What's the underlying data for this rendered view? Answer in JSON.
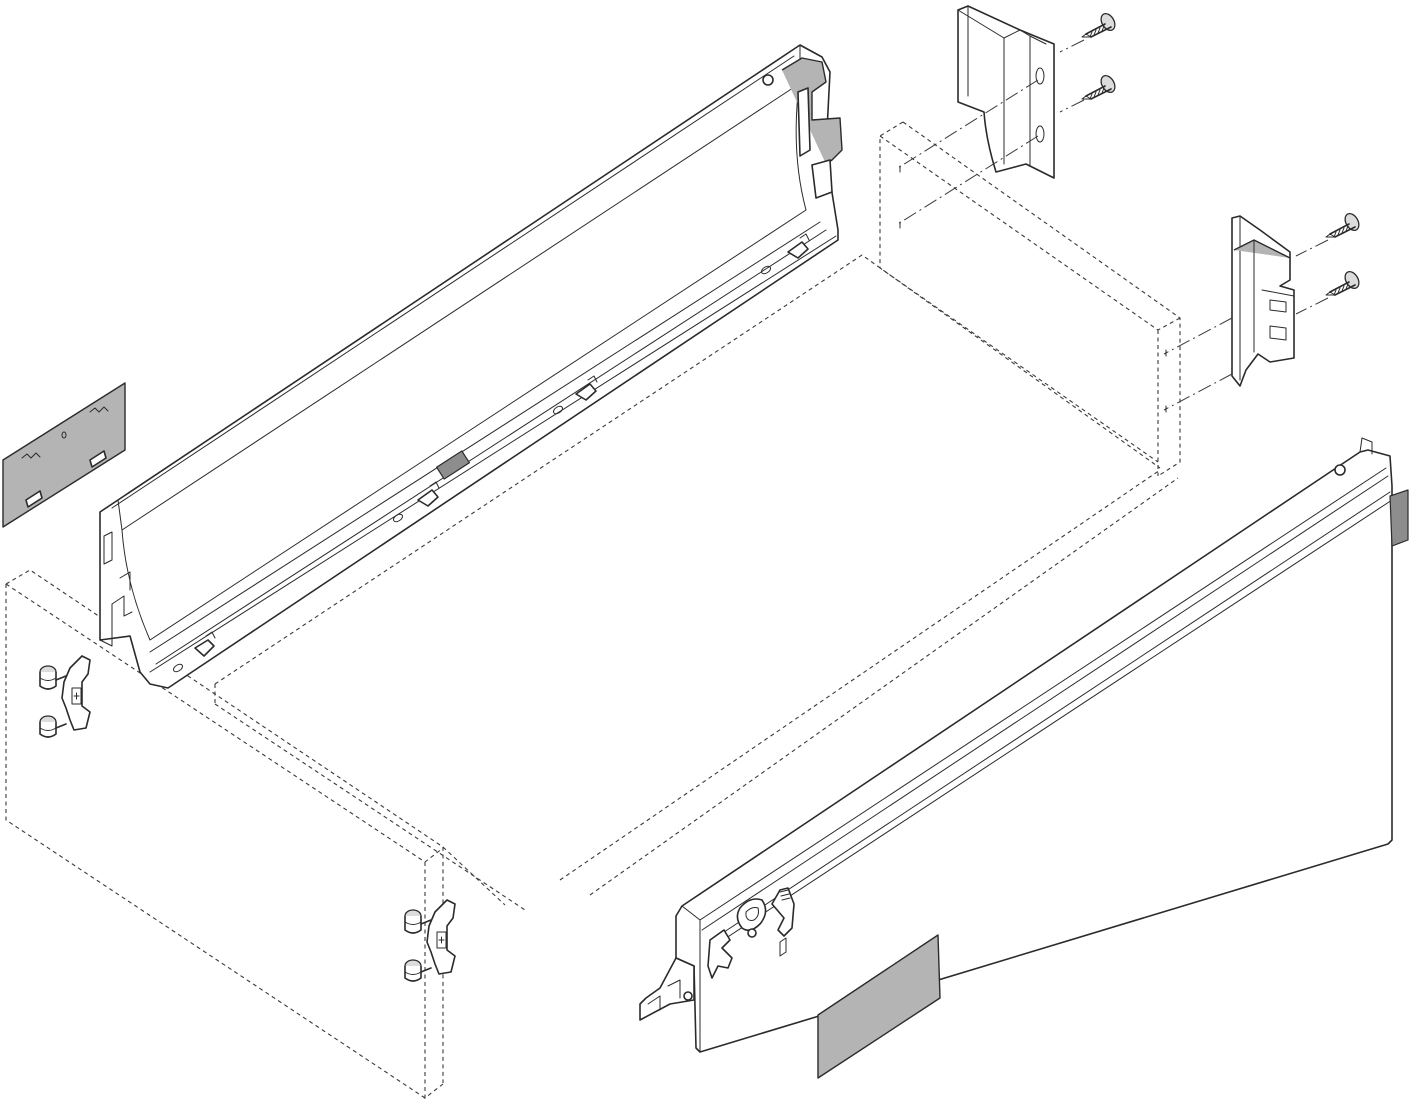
{
  "diagram": {
    "kind": "exploded-assembly-drawing",
    "parts": [
      "left-drawer-side",
      "right-drawer-side",
      "rear-fixing-bracket-left",
      "rear-fixing-bracket-right",
      "fixing-screw",
      "front-fixing-bracket",
      "cover-cap-left",
      "cover-cap-right",
      "front-panel-outline",
      "drawer-bottom-outline",
      "back-panel-outline"
    ],
    "colors": {
      "line": "#2b2b2b",
      "cap_fill": "#b4b4b4",
      "dark_fill": "#8d8d8d",
      "background": "#ffffff"
    }
  }
}
